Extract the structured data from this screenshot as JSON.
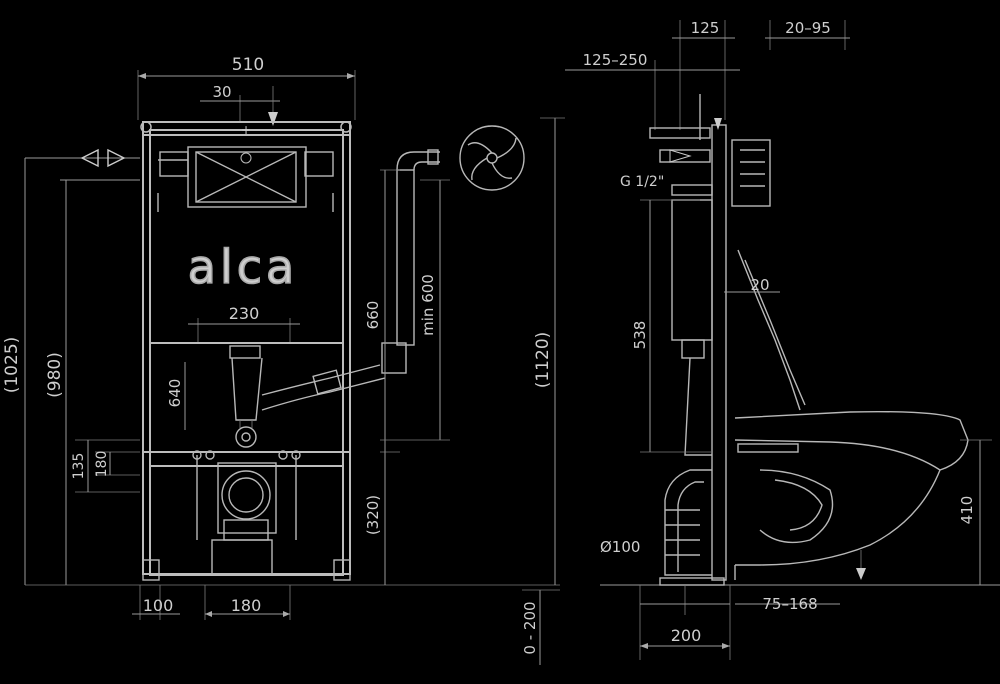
{
  "brand": {
    "logo_text": "alca"
  },
  "front_view": {
    "dims": {
      "overall_width": "510",
      "cistern_offset": "30",
      "inlet_center": "230",
      "height_1025": "(1025)",
      "height_980": "(980)",
      "pipe_height": "640",
      "fix_135": "135",
      "fix_180": "180",
      "base_100": "100",
      "base_180": "180",
      "connection_height": "(320)",
      "pipe_min": "min 600",
      "pipe_660": "660"
    }
  },
  "center": {
    "total_height": "(1120)",
    "floor_range": "0 - 200"
  },
  "side_view": {
    "dims": {
      "top_125": "125",
      "range_20_95": "20–95",
      "range_125_250": "125–250",
      "thread": "G 1/2\"",
      "depth_20": "20",
      "height_538": "538",
      "bowl_height": "410",
      "outlet_diameter": "Ø100",
      "outlet_offset": "75–168",
      "base_200": "200"
    }
  }
}
